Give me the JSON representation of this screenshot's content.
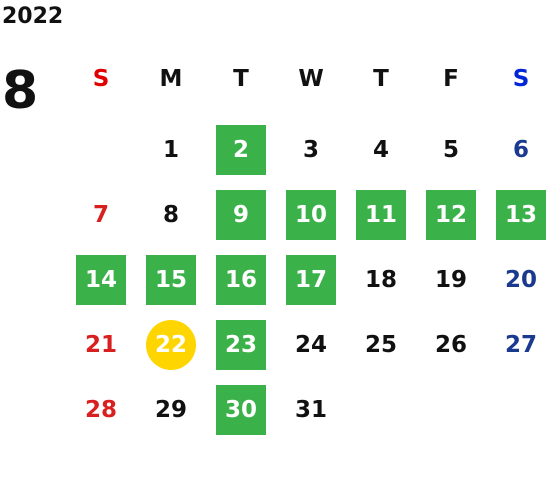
{
  "calendar": {
    "year": "2022",
    "month": "8",
    "weekdays": [
      {
        "label": "S",
        "color": "#e00000"
      },
      {
        "label": "M",
        "color": "#111111"
      },
      {
        "label": "T",
        "color": "#111111"
      },
      {
        "label": "W",
        "color": "#111111"
      },
      {
        "label": "T",
        "color": "#111111"
      },
      {
        "label": "F",
        "color": "#111111"
      },
      {
        "label": "S",
        "color": "#0026d6"
      }
    ],
    "first_weekday_index": 1,
    "days_in_month": 31,
    "highlighted_days": [
      2,
      9,
      10,
      11,
      12,
      13,
      14,
      15,
      16,
      17,
      23,
      30
    ],
    "today": 22,
    "colors": {
      "highlight_bg": "#3bb14a",
      "highlight_text": "#ffffff",
      "today_bg": "#ffd500",
      "sunday_text": "#d92020",
      "saturday_text": "#1a3a8f",
      "weekday_text": "#111111"
    }
  }
}
